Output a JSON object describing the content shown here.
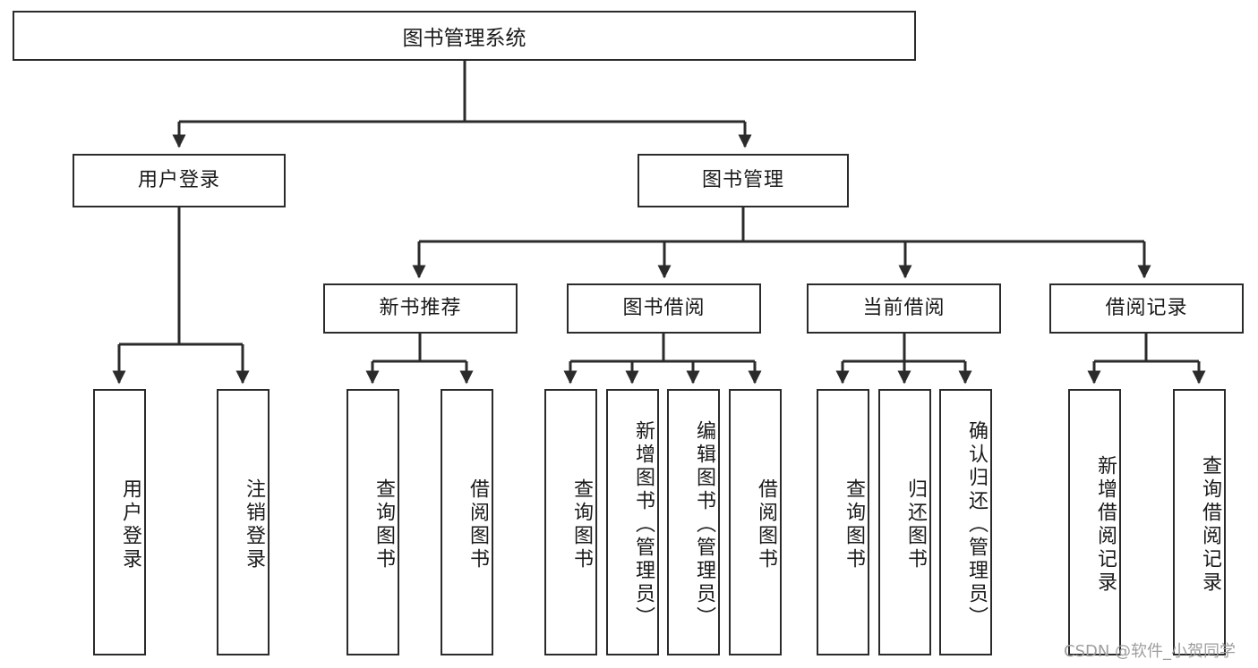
{
  "diagram": {
    "title": "图书管理系统",
    "type": "tree",
    "watermark": "CSDN @软件_小贺同学",
    "colors": {
      "background": "#ffffff",
      "node_fill": "#ffffff",
      "node_border": "#2b2b2b",
      "edge": "#2b2b2b",
      "text": "#1a1a1a",
      "watermark": "#9e9e9e"
    },
    "root": {
      "label": "图书管理系统"
    },
    "level1": [
      {
        "label": "用户登录"
      },
      {
        "label": "图书管理"
      }
    ],
    "level2": [
      {
        "label": "新书推荐"
      },
      {
        "label": "图书借阅"
      },
      {
        "label": "当前借阅"
      },
      {
        "label": "借阅记录"
      }
    ],
    "leaves": {
      "user_login": [
        {
          "label": "用户登录"
        },
        {
          "label": "注销登录"
        }
      ],
      "new_book_recommend": [
        {
          "label": "查询图书"
        },
        {
          "label": "借阅图书"
        }
      ],
      "book_borrow": [
        {
          "label": "查询图书"
        },
        {
          "label": "新增图书（管理员）"
        },
        {
          "label": "编辑图书（管理员）"
        },
        {
          "label": "借阅图书"
        }
      ],
      "current_borrow": [
        {
          "label": "查询图书"
        },
        {
          "label": "归还图书"
        },
        {
          "label": "确认归还（管理员）"
        }
      ],
      "borrow_record": [
        {
          "label": "新增借阅记录"
        },
        {
          "label": "查询借阅记录"
        }
      ]
    }
  }
}
